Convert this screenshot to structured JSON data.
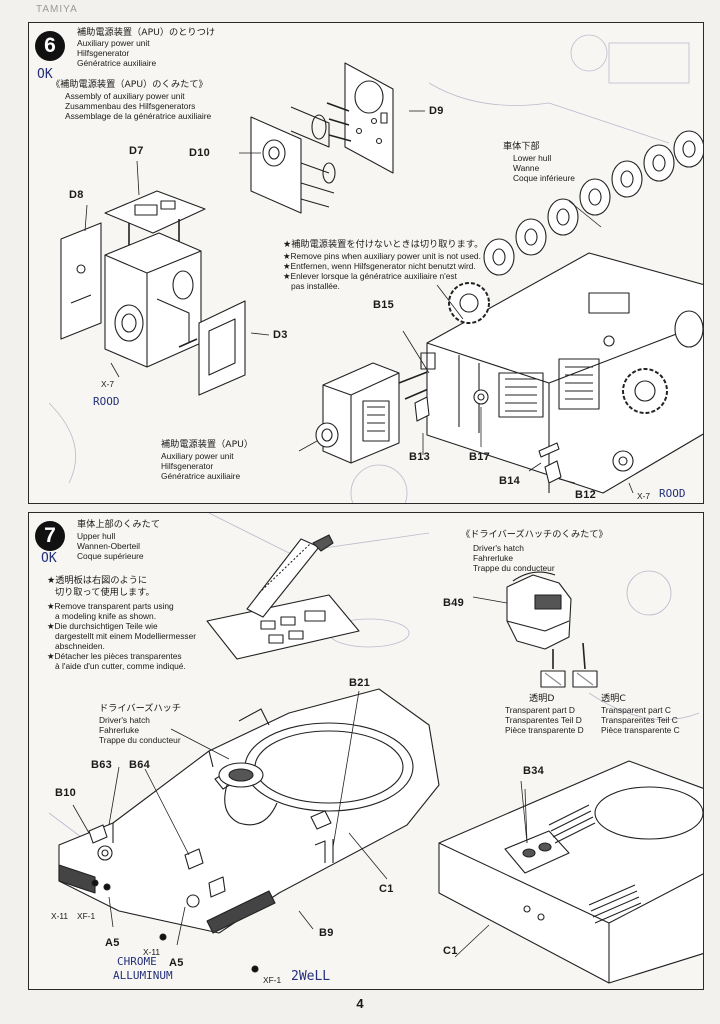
{
  "header": {
    "brand_mark": "TAMIYA"
  },
  "step6": {
    "number": "6",
    "title_jp": "補助電源装置（APU）のとりつけ",
    "title_en": "Auxiliary power unit",
    "title_de": "Hilfsgenerator",
    "title_fr": "Génératrice auxiliaire",
    "handnote_ok": "OK",
    "sub_jp": "《補助電源装置（APU）のくみたて》",
    "sub_en": "Assembly of auxiliary power unit",
    "sub_de": "Zusammenbau des Hilfsgenerators",
    "sub_fr": "Assemblage de la génératrice auxiliaire",
    "parts": {
      "d9": "D9",
      "d10": "D10",
      "d7": "D7",
      "d8": "D8",
      "d3": "D3",
      "b15": "B15",
      "b13": "B13",
      "b17": "B17",
      "b14": "B14",
      "b12": "B12",
      "x7_left": "X-7",
      "x7_right": "X-7"
    },
    "handnote_rood_left": "ROOD",
    "handnote_rood_right": "ROOD",
    "lower_hull_jp": "車体下部",
    "lower_hull_en": "Lower hull",
    "lower_hull_de": "Wanne",
    "lower_hull_fr": "Coque inférieure",
    "note_jp": "★補助電源装置を付けないときは切り取ります。",
    "note_en": "★Remove pins when auxiliary power unit is not used.",
    "note_de": "★Entfernen, wenn Hilfsgenerator nicht benutzt wird.",
    "note_fr1": "★Enlever lorsque la génératrice auxiliaire n'est",
    "note_fr2": "pas installée.",
    "apu_jp": "補助電源装置（APU）",
    "apu_en": "Auxiliary power unit",
    "apu_de": "Hilfsgenerator",
    "apu_fr": "Génératrice auxiliaire"
  },
  "step7": {
    "number": "7",
    "title_jp": "車体上部のくみたて",
    "title_en": "Upper hull",
    "title_de": "Wannen-Oberteil",
    "title_fr": "Coque supérieure",
    "handnote_ok": "OK",
    "note_jp1": "★透明板は右図のように",
    "note_jp2": "切り取って使用します。",
    "note_en1": "★Remove transparent parts using",
    "note_en2": "a modeling knife as shown.",
    "note_de1": "★Die durchsichtigen Teile wie",
    "note_de2": "dargestellt mit einem Modelliermesser",
    "note_de3": "abschneiden.",
    "note_fr1": "★Détacher les pièces transparentes",
    "note_fr2": "à l'aide d'un cutter, comme indiqué.",
    "hatch_asm_jp": "《ドライバーズハッチのくみたて》",
    "hatch_asm_en": "Driver's hatch",
    "hatch_asm_de": "Fahrerluke",
    "hatch_asm_fr": "Trappe du conducteur",
    "transp_d_jp": "透明D",
    "transp_d_en": "Transparent part D",
    "transp_d_de": "Transparentes Teil D",
    "transp_d_fr": "Pièce transparente D",
    "transp_c_jp": "透明C",
    "transp_c_en": "Transparent part C",
    "transp_c_de": "Transparentes Teil C",
    "transp_c_fr": "Pièce transparente C",
    "hatch_jp": "ドライバーズハッチ",
    "hatch_en": "Driver's hatch",
    "hatch_de": "Fahrerluke",
    "hatch_fr": "Trappe du conducteur",
    "parts": {
      "b49": "B49",
      "b21": "B21",
      "b63": "B63",
      "b64": "B64",
      "b10": "B10",
      "b34": "B34",
      "c1_left": "C1",
      "c1_right": "C1",
      "b9": "B9",
      "a5_left": "A5",
      "a5_right": "A5",
      "x11_left": "X-11",
      "x11_mid": "X-11",
      "xf1_left": "XF-1",
      "xf1_bottom": "XF-1"
    },
    "handnote_chrome": "CHROME",
    "handnote_aluminum": "ALLUMINUM",
    "handnote_2weilt": "2WeLL"
  },
  "footer": {
    "page_number": "4"
  }
}
